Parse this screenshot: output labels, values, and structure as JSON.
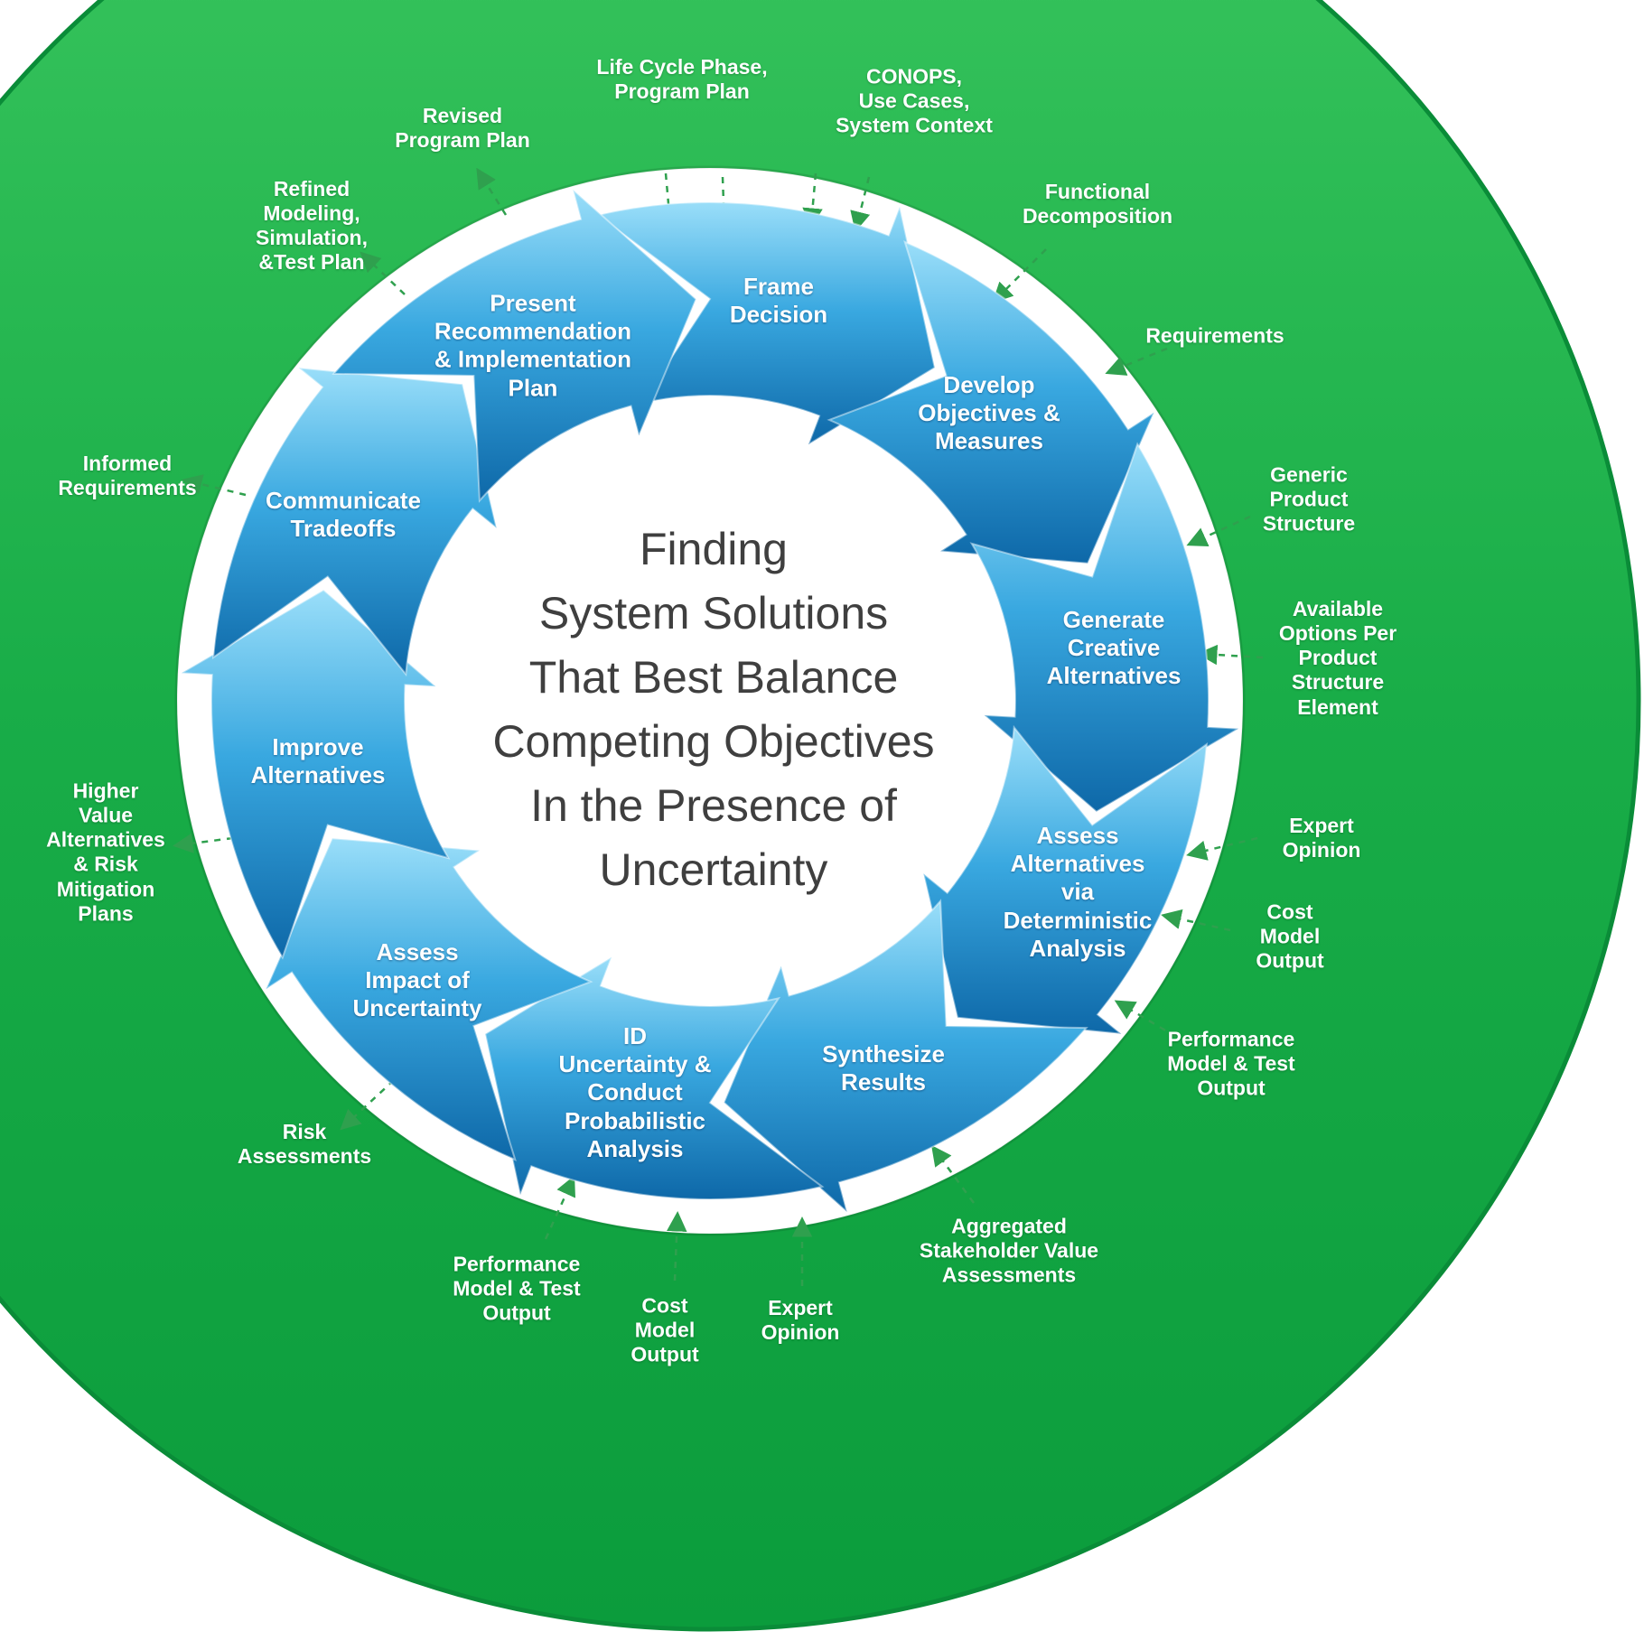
{
  "center": {
    "title": "Finding\nSystem Solutions\nThat Best Balance\nCompeting Objectives\nIn the Presence of\nUncertainty"
  },
  "process_steps": [
    {
      "label": "Frame\nDecision"
    },
    {
      "label": "Develop\nObjectives &\nMeasures"
    },
    {
      "label": "Generate\nCreative\nAlternatives"
    },
    {
      "label": "Assess\nAlternatives\nvia\nDeterministic\nAnalysis"
    },
    {
      "label": "Synthesize\nResults"
    },
    {
      "label": "ID\nUncertainty &\nConduct\nProbabilistic\nAnalysis"
    },
    {
      "label": "Assess\nImpact of\nUncertainty"
    },
    {
      "label": "Improve\nAlternatives"
    },
    {
      "label": "Communicate\nTradeoffs"
    },
    {
      "label": "Present\nRecommendation\n&  Implementation\nPlan"
    }
  ],
  "ring_labels": [
    {
      "label": "Life Cycle Phase,\nProgram Plan"
    },
    {
      "label": "CONOPS,\nUse Cases,\nSystem Context"
    },
    {
      "label": "Functional\nDecomposition"
    },
    {
      "label": "Requirements"
    },
    {
      "label": "Generic\nProduct\nStructure"
    },
    {
      "label": "Available\nOptions Per\nProduct\nStructure\nElement"
    },
    {
      "label": "Expert\nOpinion"
    },
    {
      "label": "Cost\nModel\nOutput"
    },
    {
      "label": "Performance\nModel & Test\nOutput"
    },
    {
      "label": "Aggregated\nStakeholder Value\nAssessments"
    },
    {
      "label": "Expert\nOpinion"
    },
    {
      "label": "Cost\nModel\nOutput"
    },
    {
      "label": "Performance\nModel & Test\nOutput"
    },
    {
      "label": "Risk\nAssessments"
    },
    {
      "label": "Higher\nValue\nAlternatives\n& Risk\nMitigation\nPlans"
    },
    {
      "label": "Informed\nRequirements"
    },
    {
      "label": "Refined\nModeling,\nSimulation,\n&Test Plan"
    },
    {
      "label": "Revised\nProgram Plan"
    }
  ],
  "colors": {
    "ring_green_top": "#3bc75f",
    "ring_green_mid": "#19ad48",
    "ring_green_bottom": "#0b9c3c",
    "ring_rim": "#0a8c38",
    "arrow_blue_light": "#9adef9",
    "arrow_blue_mid": "#39a8e0",
    "arrow_blue_dark": "#0e68a8",
    "connector_green": "#2fa04e",
    "title_text": "#3f3f3f"
  }
}
